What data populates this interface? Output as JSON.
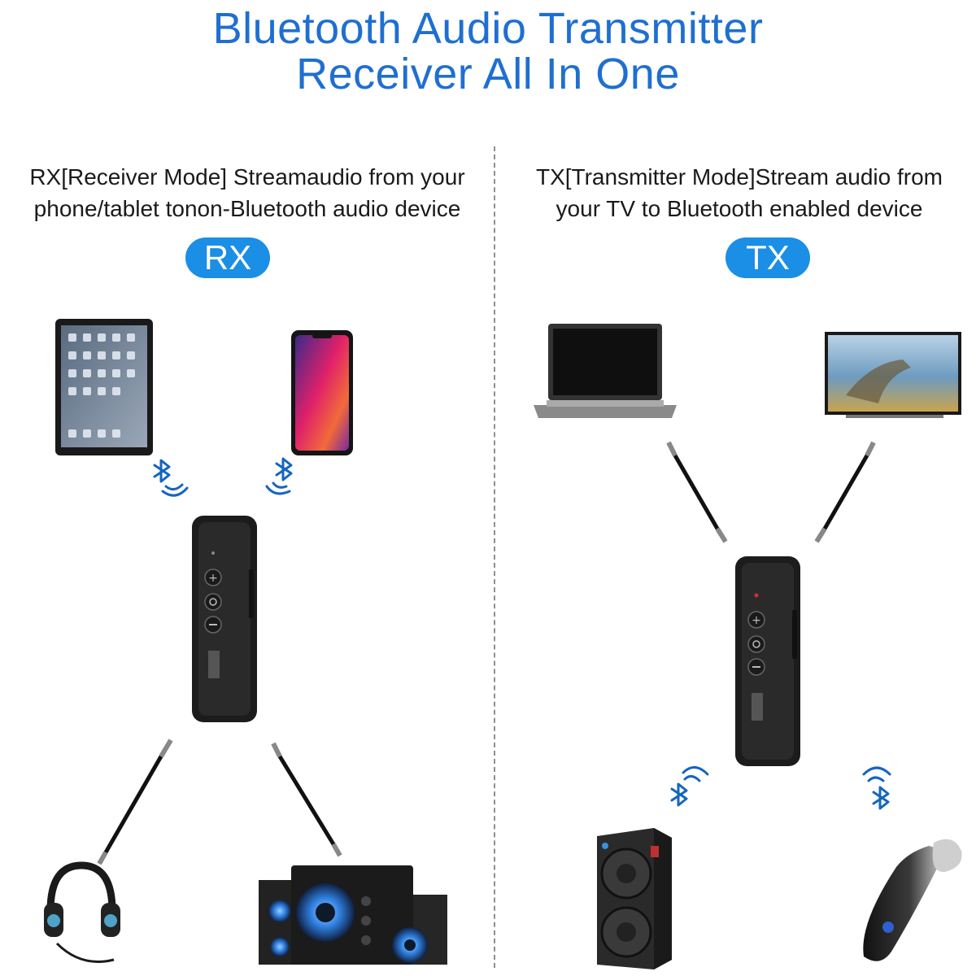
{
  "title": {
    "line1": "Bluetooth Audio Transmitter",
    "line2": "Receiver All In One"
  },
  "rx": {
    "description_line1": "RX[Receiver Mode] Streamaudio from your",
    "description_line2": "phone/tablet tonon-Bluetooth audio device",
    "badge": "RX"
  },
  "tx": {
    "description_line1": "TX[Transmitter Mode]Stream audio from",
    "description_line2": "your TV to Bluetooth enabled device",
    "badge": "TX"
  },
  "colors": {
    "title": "#1f6fd1",
    "badge": "#1b8ee6",
    "bluetooth": "#1565c0",
    "device": "#1e1e1e"
  },
  "icons": [
    "tablet-icon",
    "smartphone-icon",
    "laptop-icon",
    "television-icon",
    "bluetooth-icon",
    "headphones-icon",
    "speaker-system-icon",
    "portable-speaker-icon",
    "bluetooth-headset-icon",
    "audio-cable-icon"
  ]
}
